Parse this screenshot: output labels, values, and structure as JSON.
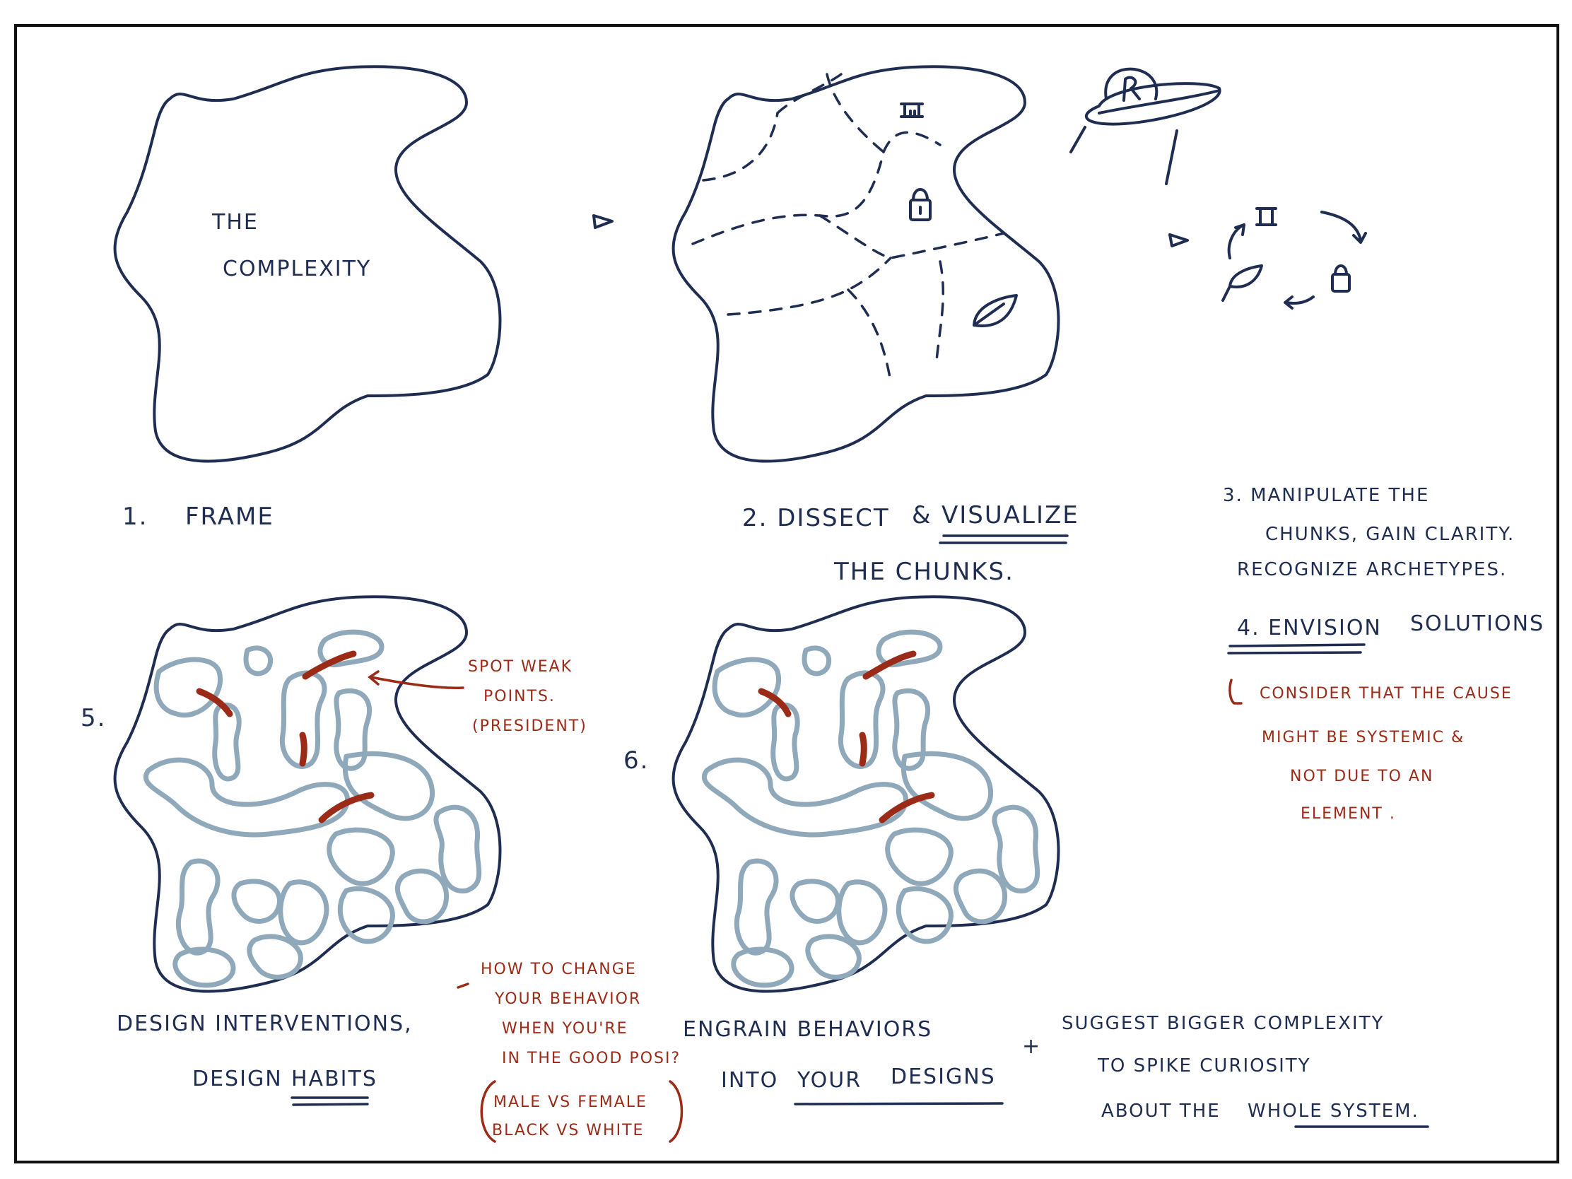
{
  "panel1": {
    "inside_line1": "THE",
    "inside_line2": "COMPLEXITY"
  },
  "step1": {
    "number": "1.",
    "label": "FRAME"
  },
  "step2": {
    "line1_prefix": "2. DISSECT",
    "line1_amp": "&",
    "line1_emph": "VISUALIZE",
    "line2": "THE CHUNKS."
  },
  "step3": {
    "line1": "3. MANIPULATE THE",
    "line2": "CHUNKS, GAIN CLARITY.",
    "line3": "RECOGNIZE ARCHETYPES."
  },
  "step4": {
    "prefix": "4. ENVISION",
    "emph": "SOLUTIONS"
  },
  "step4_note": {
    "line1": "CONSIDER THAT THE CAUSE",
    "line2": "MIGHT BE SYSTEMIC &",
    "line3": "NOT DUE TO AN",
    "line4": "ELEMENT ."
  },
  "panel5": {
    "number": "5.",
    "annotation_line1": "SPOT WEAK",
    "annotation_line2": "POINTS.",
    "annotation_line3": "(PRESIDENT)"
  },
  "panel6": {
    "number": "6."
  },
  "step5_caption": {
    "line1": "DESIGN INTERVENTIONS,",
    "line2_prefix": "DESIGN",
    "line2_emph": "HABITS"
  },
  "step5_note": {
    "line1": "HOW TO CHANGE",
    "line2": "YOUR BEHAVIOR",
    "line3": "WHEN YOU'RE",
    "line4": "IN THE GOOD POSI?",
    "paren_line1": "MALE VS FEMALE",
    "paren_line2": "BLACK VS WHITE"
  },
  "step6_caption": {
    "line1": "ENGRAIN BEHAVIORS",
    "line2_prefix": "INTO",
    "line2_emph1": "YOUR",
    "line2_emph2": "DESIGNS",
    "plus": "+"
  },
  "step6_extra": {
    "line1": "SUGGEST BIGGER COMPLEXITY",
    "line2": "TO SPIKE CURIOSITY",
    "line3_prefix": "ABOUT THE",
    "line3_emph": "WHOLE SYSTEM."
  },
  "icons": [
    "ufo-icon",
    "gate-icon",
    "lock-icon",
    "leaf-icon",
    "play-arrow-icon",
    "cycle-arrow-icon"
  ],
  "colors": {
    "ink": "#1f2d52",
    "red": "#9b2a17",
    "blob": "#8fa9bb"
  }
}
